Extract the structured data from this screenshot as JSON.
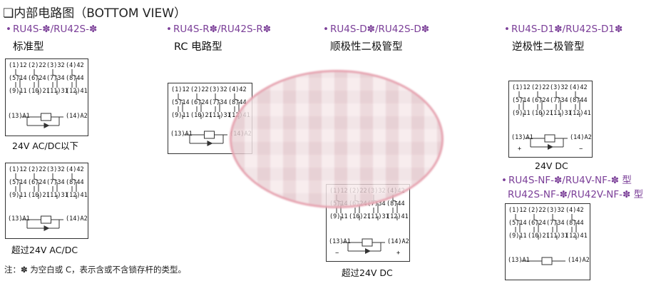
{
  "title": "❏内部电路图（BOTTOM VIEW）",
  "columns": [
    {
      "model": "RU4S-✽/RU42S-✽",
      "type": "标准型",
      "diagrams": [
        {
          "pins": {
            "p1": "(1)12",
            "p2": "(2)22",
            "p3": "(3)32",
            "p4": "(4)42",
            "p5": "(5)14",
            "p6": "(6)24",
            "p7": "(7)34",
            "p8": "(8)44",
            "p9": "(9)11",
            "p10": "(10)21",
            "p11": "(11)31",
            "p12": "(12)41",
            "p13": "(13)A1",
            "p14": "(14)A2"
          },
          "caption": "24V  AC/DC以下"
        },
        {
          "pins": {
            "p1": "(1)12",
            "p2": "(2)22",
            "p3": "(3)32",
            "p4": "(4)42",
            "p5": "(5)14",
            "p6": "(6)24",
            "p7": "(7)34",
            "p8": "(8)44",
            "p9": "(9)11",
            "p10": "(10)21",
            "p11": "(11)31",
            "p12": "(12)41",
            "p13": "(13)A1",
            "p14": "(14)A2"
          },
          "caption": "超过24V AC/DC"
        }
      ]
    },
    {
      "model": "RU4S-R✽/RU42S-R✽",
      "type": "RC 电路型",
      "diagrams": [
        {
          "pins": {
            "p1": "(1)12",
            "p2": "(2)22",
            "p3": "(3)32",
            "p4": "(4)42",
            "p5": "(5)14",
            "p6": "(6)24",
            "p7": "(7)34",
            "p8": "(8)44",
            "p9": "(9)11",
            "p10": "(10)21",
            "p11": "(11)31",
            "p12": "(12)41",
            "p13": "(13)A1",
            "p14": "(14)A2"
          }
        }
      ]
    },
    {
      "model": "RU4S-D✽/RU42S-D✽",
      "type": "顺极性二极管型",
      "diagrams": [
        {
          "pins": {
            "p1": "(1)12",
            "p2": "(2)22",
            "p3": "(3)32",
            "p4": "(4)42",
            "p5": "(5)14",
            "p6": "(6)24",
            "p7": "(7)34",
            "p8": "(8)44",
            "p9": "(9)11",
            "p10": "(10)21",
            "p11": "(11)31",
            "p12": "(12)41",
            "p13": "(13)A1",
            "p14": "(14)A2"
          },
          "caption": "超过24V DC",
          "minus": "−",
          "plus": "+"
        }
      ]
    },
    {
      "model": "RU4S-D1✽/RU42S-D1✽",
      "type": "逆极性二极管型",
      "diagrams": [
        {
          "pins": {
            "p1": "(1)12",
            "p2": "(2)22",
            "p3": "(3)32",
            "p4": "(4)42",
            "p5": "(5)14",
            "p6": "(6)24",
            "p7": "(7)34",
            "p8": "(8)44",
            "p9": "(9)11",
            "p10": "(10)21",
            "p11": "(11)31",
            "p12": "(12)41",
            "p13": "(13)A1",
            "p14": "(14)A2"
          },
          "caption": "24V DC",
          "plus": "+",
          "minus": "−"
        }
      ],
      "model2_line1": "RU4S-NF-✽/RU4V-NF-✽ 型",
      "model2_line2": "RU42S-NF-✽/RU42V-NF-✽ 型",
      "diagram2": {
        "pins": {
          "p1": "(1)12",
          "p2": "(2)22",
          "p3": "(3)32",
          "p4": "(4)42",
          "p5": "(5)14",
          "p6": "(6)24",
          "p7": "(7)34",
          "p8": "(8)44",
          "p9": "(9)11",
          "p10": "(10)21",
          "p11": "(11)31",
          "p12": "(12)41",
          "p13": "(13)A1",
          "p14": "(14)A2"
        }
      }
    }
  ],
  "note": "注：✽ 为空白或 C，表示含或不含锁存杆的类型。",
  "bullet": "•",
  "colors": {
    "accent": "#7b3f98",
    "line": "#333333",
    "redaction": "#e6a3b0"
  }
}
